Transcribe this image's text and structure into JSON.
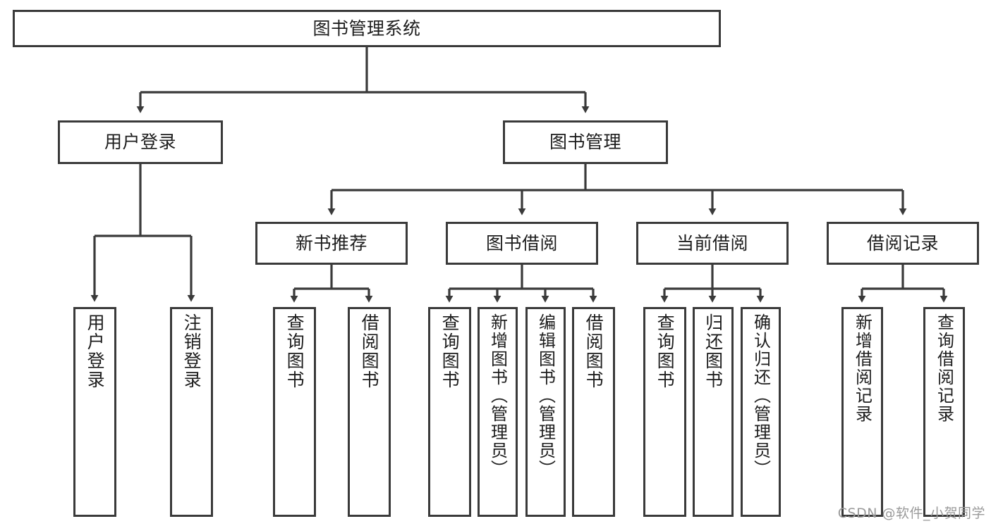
{
  "diagram": {
    "title": "图书管理系统",
    "type": "tree",
    "root": {
      "label": "图书管理系统"
    },
    "level1": [
      {
        "label": "用户登录"
      },
      {
        "label": "图书管理"
      }
    ],
    "level2": [
      {
        "label": "新书推荐"
      },
      {
        "label": "图书借阅"
      },
      {
        "label": "当前借阅"
      },
      {
        "label": "借阅记录"
      }
    ],
    "leaves": {
      "user_login": [
        {
          "label": "用户登录"
        },
        {
          "label": "注销登录"
        }
      ],
      "new_book": [
        {
          "label": "查询图书"
        },
        {
          "label": "借阅图书"
        }
      ],
      "book_borrow": [
        {
          "label": "查询图书"
        },
        {
          "label": "新增图书（管理员）"
        },
        {
          "label": "编辑图书（管理员）"
        },
        {
          "label": "借阅图书"
        }
      ],
      "current_borrow": [
        {
          "label": "查询图书"
        },
        {
          "label": "归还图书"
        },
        {
          "label": "确认归还（管理员）"
        }
      ],
      "borrow_record": [
        {
          "label": "新增借阅记录"
        },
        {
          "label": "查询借阅记录"
        }
      ]
    }
  },
  "watermark": {
    "text": "CSDN @软件_小贺同学"
  },
  "colors": {
    "stroke": "#3a3a3a",
    "background": "#ffffff",
    "text": "#1d1d1d",
    "watermark": "#9a9a9a"
  }
}
